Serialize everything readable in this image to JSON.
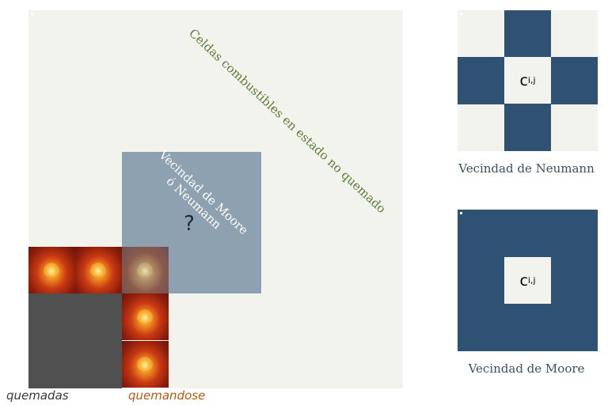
{
  "main_diagram": {
    "diagonal_label": "Celdas combustibles en estado no quemado",
    "overlay_label": "Vecindad de Moore ó Neumann",
    "question_mark": "?",
    "legend_burned": "quemadas",
    "legend_burning": "quemandose"
  },
  "neumann": {
    "center_label": "c",
    "center_subscript": "i,j",
    "caption": "Vecindad de Neumann"
  },
  "moore": {
    "center_label": "c",
    "center_subscript": "i,j",
    "caption": "Vecindad de Moore"
  },
  "colors": {
    "unburned_cell": "#f1f3ec",
    "neighborhood_overlay": "#8ea1b1",
    "burned_cell": "#505050",
    "neighbor_cell": "#2f5173",
    "diagonal_text": "#5f7a3a",
    "burning_text": "#b35b12"
  },
  "icons": {
    "burning_cell": "fire-icon"
  }
}
